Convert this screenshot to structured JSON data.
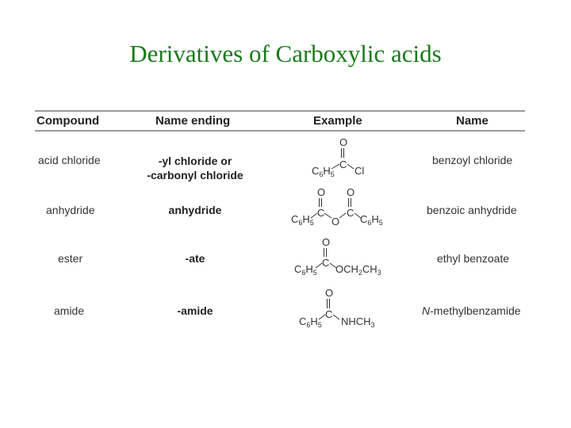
{
  "title": "Derivatives of  Carboxylic acids",
  "table": {
    "headers": {
      "compound": "Compound",
      "name_ending": "Name ending",
      "example": "Example",
      "name": "Name"
    },
    "rows": [
      {
        "compound": "acid chloride",
        "ending_line1": "-yl chloride or",
        "ending_line2": "-carbonyl chloride",
        "example": {
          "O": "O",
          "C": "C",
          "left": "C",
          "left_sub1": "6",
          "left_mid": "H",
          "left_sub2": "5",
          "right": "Cl"
        },
        "name": "benzoyl chloride"
      },
      {
        "compound": "anhydride",
        "ending_line1": "anhydride",
        "example": {
          "O1": "O",
          "O2": "O",
          "C1": "C",
          "C2": "C",
          "bridge": "O",
          "left": "C",
          "left_sub1": "6",
          "left_mid": "H",
          "left_sub2": "5",
          "right": "C",
          "right_sub1": "6",
          "right_mid": "H",
          "right_sub2": "5"
        },
        "name": "benzoic anhydride"
      },
      {
        "compound": "ester",
        "ending_line1": "-ate",
        "example": {
          "O": "O",
          "C": "C",
          "left": "C",
          "left_sub1": "6",
          "left_mid": "H",
          "left_sub2": "5",
          "right": "OCH",
          "right_sub1": "2",
          "right_mid": "CH",
          "right_sub2": "3"
        },
        "name": "ethyl benzoate"
      },
      {
        "compound": "amide",
        "ending_line1": "-amide",
        "example": {
          "O": "O",
          "C": "C",
          "left": "C",
          "left_sub1": "6",
          "left_mid": "H",
          "left_sub2": "5",
          "right": "NHCH",
          "right_sub": "3"
        },
        "name_italic": "N",
        "name": "-methylbenzamide"
      }
    ]
  }
}
